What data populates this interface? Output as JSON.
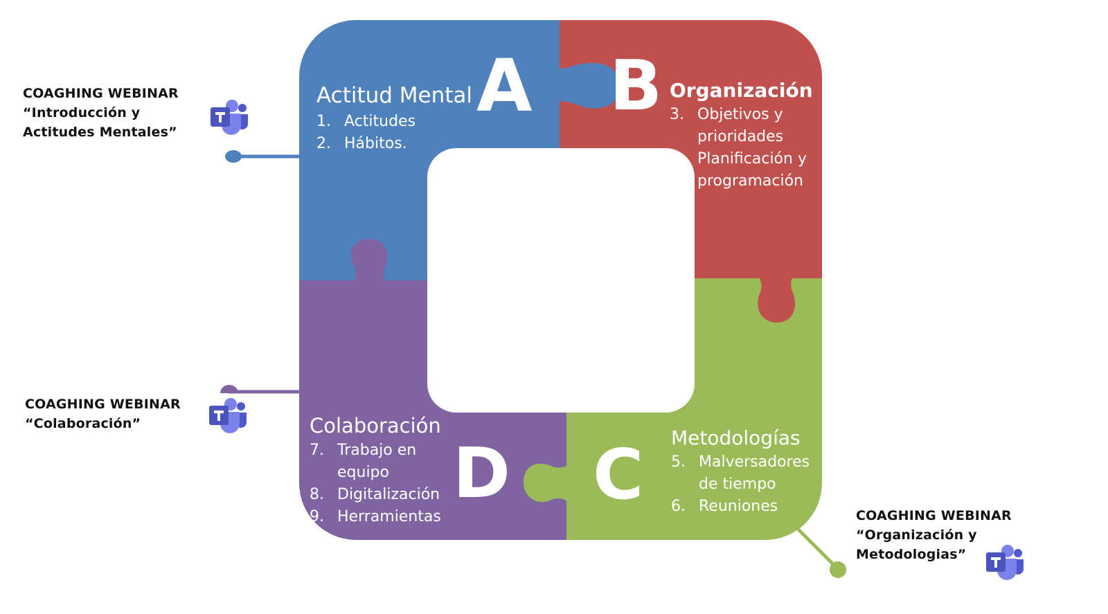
{
  "colors": {
    "blue": "#4f81bd",
    "red": "#c0504d",
    "green": "#9bbb59",
    "purple": "#8064a2",
    "teams_dark": "#4b53bc",
    "teams_mid": "#5059c9",
    "teams_light": "#7b83eb",
    "text_dark": "#111111"
  },
  "pieces": {
    "a": {
      "letter": "A",
      "title": "Actitud Mental",
      "items": [
        {
          "num": "1.",
          "text": "Actitudes"
        },
        {
          "num": "2.",
          "text": "Hábitos."
        }
      ]
    },
    "b": {
      "letter": "B",
      "title": "Organización",
      "items": [
        {
          "num": "3.",
          "text": "Objetivos y"
        },
        {
          "num": "",
          "text": "prioridades"
        },
        {
          "num": "",
          "text": "Planificación y"
        },
        {
          "num": "",
          "text": "programación"
        }
      ]
    },
    "c": {
      "letter": "C",
      "title": "Metodologías",
      "items": [
        {
          "num": "5.",
          "text": "Malversadores"
        },
        {
          "num": "",
          "text": "de tiempo"
        },
        {
          "num": "6.",
          "text": "Reuniones"
        }
      ]
    },
    "d": {
      "letter": "D",
      "title": "Colaboración",
      "items": [
        {
          "num": "7.",
          "text": "Trabajo en"
        },
        {
          "num": "",
          "text": "equipo"
        },
        {
          "num": "8.",
          "text": "Digitalización"
        },
        {
          "num": "9.",
          "text": "Herramientas"
        }
      ]
    }
  },
  "webinars": [
    {
      "lines": [
        "COAGHING WEBINAR",
        "“Introducción y",
        "Actitudes Mentales”"
      ],
      "icon": "teams-icon"
    },
    {
      "lines": [
        "COAGHING WEBINAR",
        "“Colaboración”"
      ],
      "icon": "teams-icon"
    },
    {
      "lines": [
        "COAGHING WEBINAR",
        "“Organización y",
        "Metodologias”"
      ],
      "icon": "teams-icon"
    }
  ]
}
